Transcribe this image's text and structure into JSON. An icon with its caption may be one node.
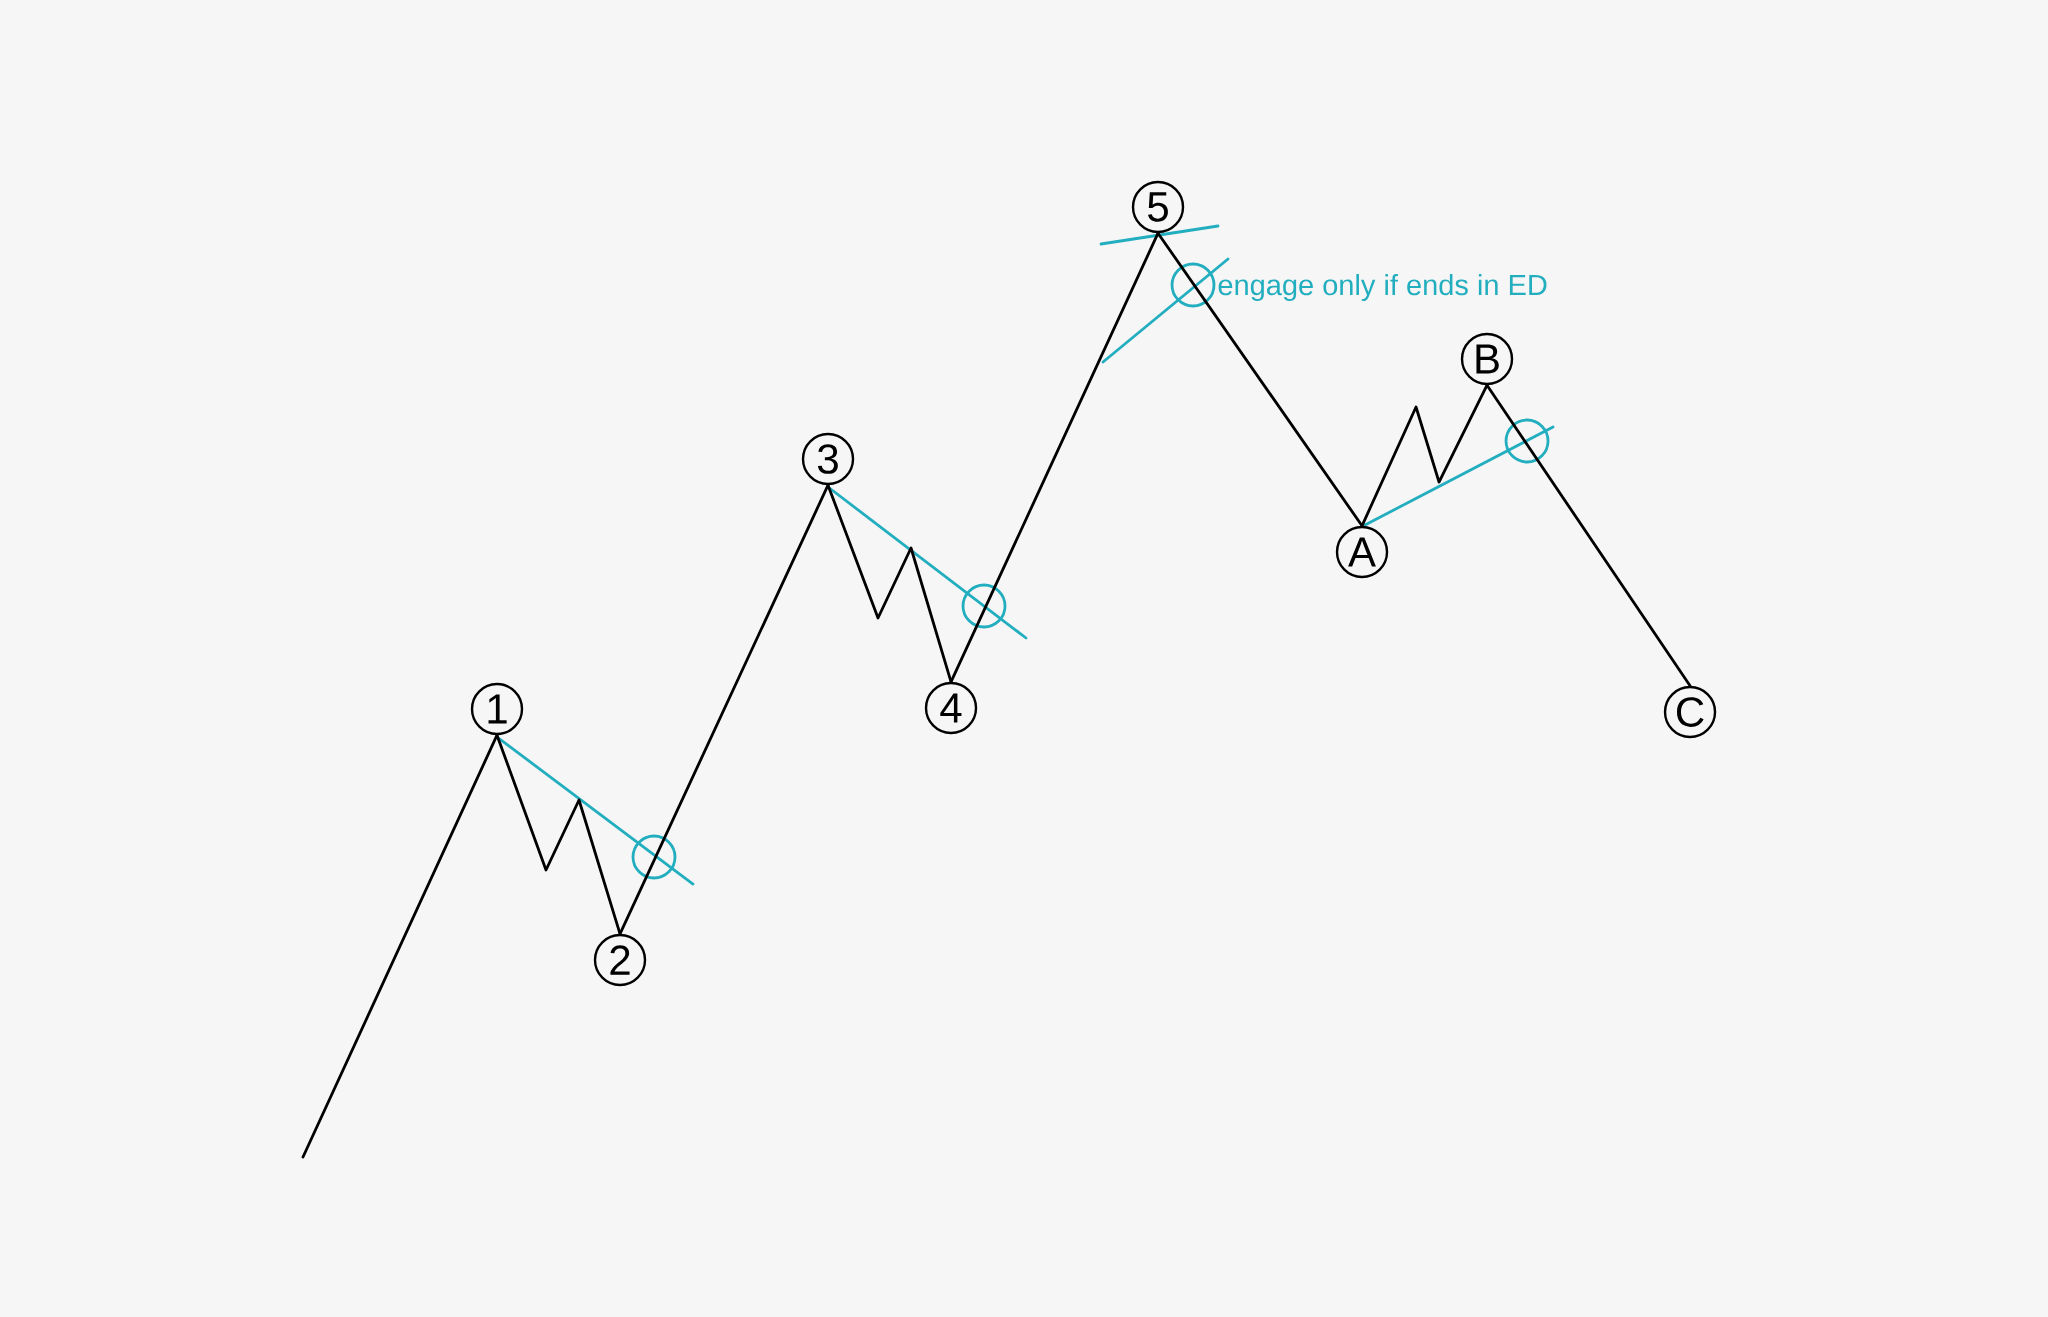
{
  "diagram": {
    "nodes": [
      {
        "text": [
          "1"
        ]
      },
      {
        "text": [
          "2"
        ]
      },
      {
        "text": [
          "3"
        ]
      },
      {
        "text": [
          "4"
        ]
      },
      {
        "text": [
          "5"
        ]
      },
      {
        "text": [
          "A"
        ]
      },
      {
        "text": [
          "B"
        ]
      },
      {
        "text": [
          "C"
        ]
      }
    ],
    "edges": [
      {
        "from": null,
        "to": 0,
        "arrow": "none"
      },
      {
        "from": 0,
        "to": 1,
        "arrow": "none"
      },
      {
        "from": 1,
        "to": 2,
        "arrow": "none"
      },
      {
        "from": 2,
        "to": 3,
        "arrow": "none"
      },
      {
        "from": 3,
        "to": 4,
        "arrow": "none"
      },
      {
        "from": 4,
        "to": 5,
        "arrow": "none"
      },
      {
        "from": 5,
        "to": 6,
        "arrow": "none"
      },
      {
        "from": 6,
        "to": 7,
        "arrow": "none"
      }
    ],
    "labels": [
      "engage only if ends in ED"
    ]
  }
}
